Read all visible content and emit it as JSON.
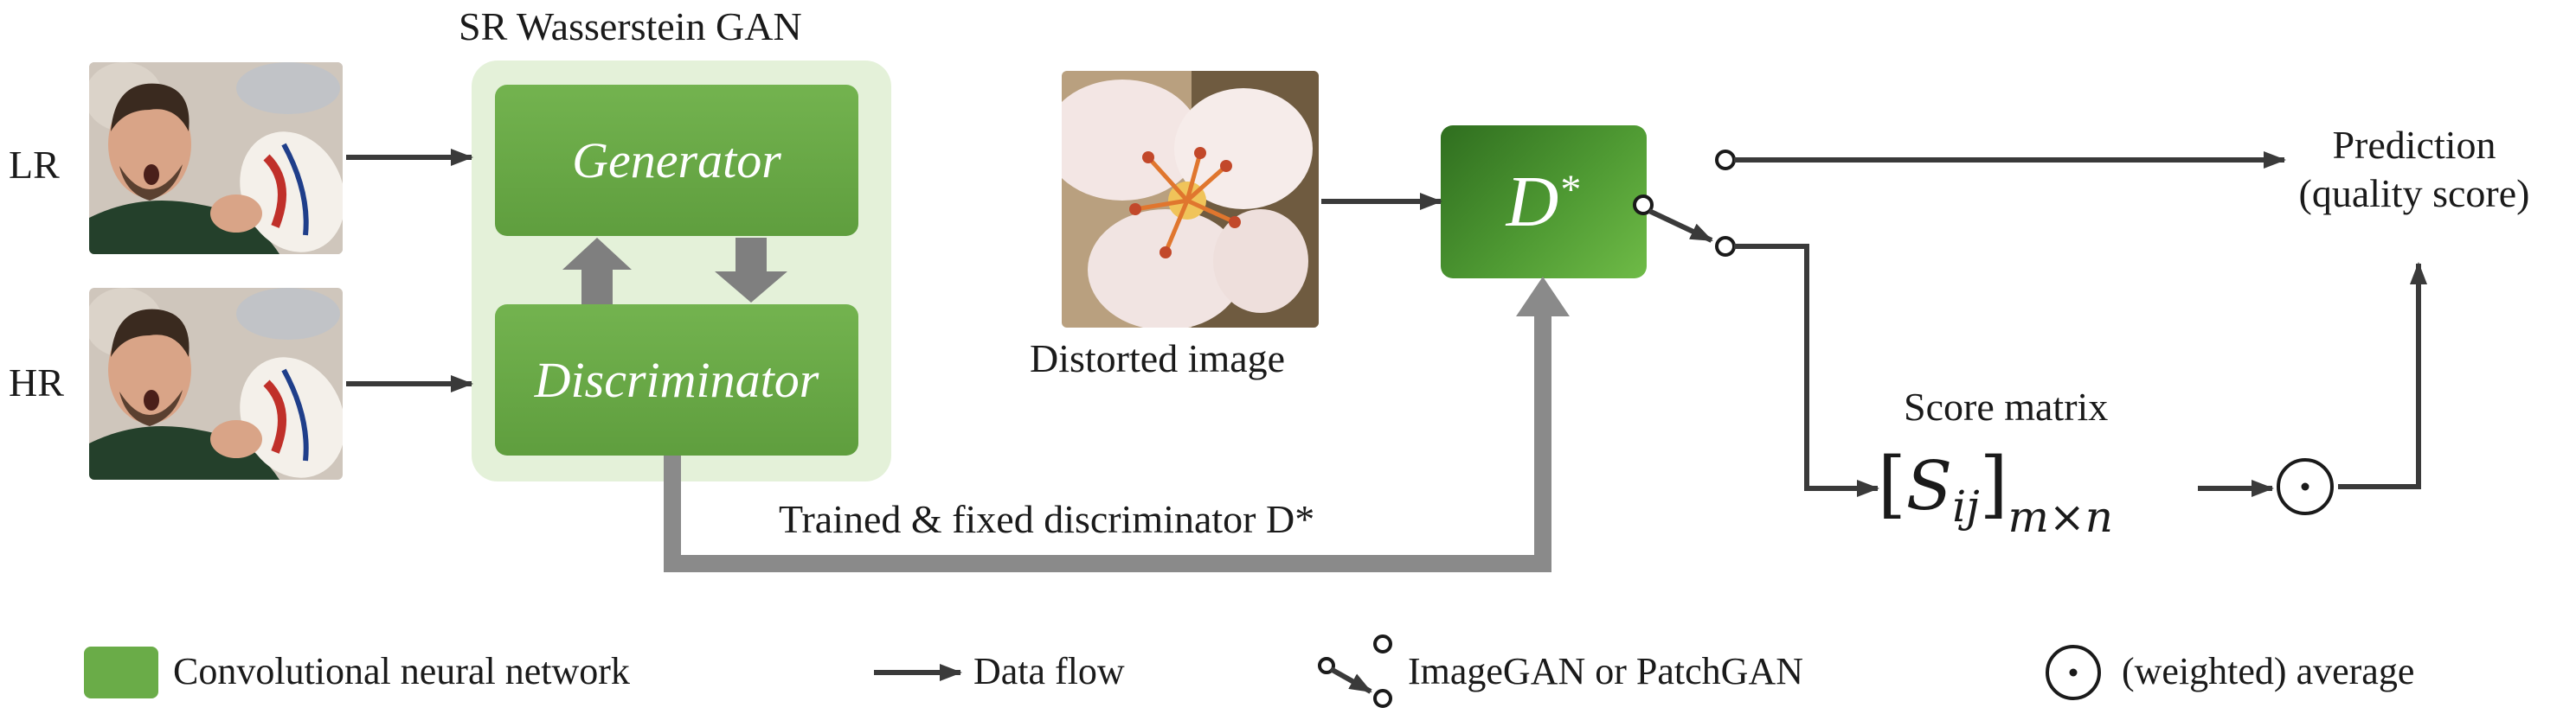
{
  "title": "SR Wasserstein GAN",
  "inputs": {
    "lr_label": "LR",
    "hr_label": "HR"
  },
  "blocks": {
    "generator": "Generator",
    "discriminator": "Discriminator",
    "d_star": "D",
    "d_star_sup": "*"
  },
  "distorted_image_label": "Distorted image",
  "trained_label": "Trained & fixed discriminator D*",
  "prediction": {
    "line1": "Prediction",
    "line2": "(quality score)"
  },
  "score_matrix": {
    "label": "Score matrix",
    "formula_main": "S",
    "formula_sub": "ij",
    "formula_dims": "m×n"
  },
  "legend": {
    "cnn": "Convolutional neural network",
    "data_flow": "Data flow",
    "switch": "ImageGAN or PatchGAN",
    "average": "(weighted) average"
  },
  "colors": {
    "cnn_green": "#68a946",
    "group_bg": "#e4f1d9",
    "arrow": "#3a3a3a",
    "thick_arrow": "#8a8a8a"
  },
  "icons": [
    "face-photo",
    "flower-photo",
    "switch-icon",
    "odot-icon",
    "arrow-icon"
  ]
}
